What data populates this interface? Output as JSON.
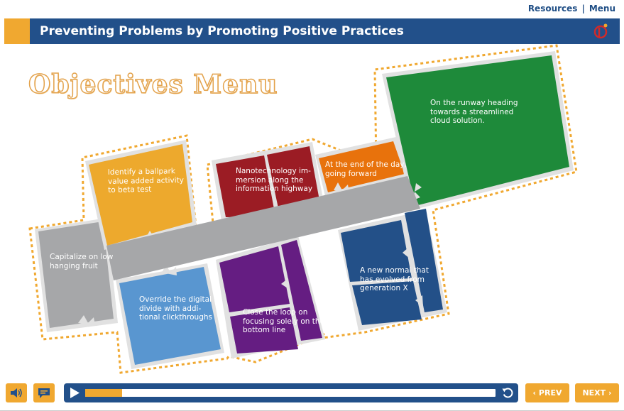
{
  "header": {
    "resources_label": "Resources",
    "separator": "|",
    "menu_label": "Menu",
    "title": "Preventing Problems by Promoting Positive Practices"
  },
  "menu_title": "Objectives Menu",
  "tiles": {
    "yellow": "Identify a ballpark value added activity to beta test",
    "grey": "Capitalize on low hanging fruit",
    "blue": "Override the digital divide with additional clickthroughs",
    "red": "Nanotechnology immersion along the information highway",
    "orange": "At the end of the day, going forward",
    "green": "On the runway heading towards a streamlined cloud solution.",
    "purple": "Close the loop on focusing solely on the bottom line",
    "navy": "A new normal that has evolved from generation X"
  },
  "tile_lines": {
    "yellow": [
      "Identify a ballpark",
      "value added activity",
      "to beta test"
    ],
    "grey": [
      "Capitalize on low",
      "hanging fruit"
    ],
    "blue": [
      "Override the digital",
      "divide with addi-",
      "tional clickthroughs"
    ],
    "red": [
      "Nanotechnology im-",
      "mersion along the",
      "information highway"
    ],
    "orange": [
      "At the end of the day,",
      "going forward"
    ],
    "green": [
      "On the runway heading",
      "towards a streamlined",
      "cloud solution."
    ],
    "purple": [
      "Close the loop on",
      "focusing solely on the",
      "bottom line"
    ],
    "navy": [
      "A new normal that",
      "has evolved from",
      "generation X"
    ]
  },
  "player": {
    "progress": 0.09
  },
  "nav": {
    "prev_label": "PREV",
    "next_label": "NEXT"
  },
  "icons": {
    "audio": "speaker-icon",
    "transcript": "caption-icon",
    "play": "play-icon",
    "replay": "replay-icon",
    "logo": "logo-icon"
  },
  "colors": {
    "brand_blue": "#22508a",
    "accent_orange": "#f0a830",
    "tile_yellow": "#eda92d",
    "tile_grey": "#a6a7a9",
    "tile_blue": "#5996d0",
    "tile_red": "#9b1c24",
    "tile_orange": "#e8720c",
    "tile_green": "#1e8a3a",
    "tile_purple": "#651d82",
    "tile_navy": "#235088"
  }
}
